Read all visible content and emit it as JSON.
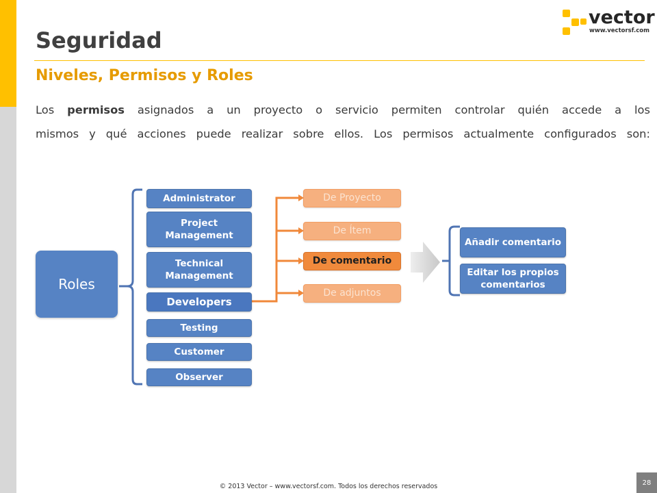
{
  "header": {
    "title": "Seguridad",
    "subtitle": "Niveles, Permisos y Roles"
  },
  "logo": {
    "name": "vector",
    "url": "www.vectorsf.com"
  },
  "intro": {
    "line1_pre": "Los ",
    "line1_bold": "permisos",
    "line1_post": " asignados a un proyecto o servicio permiten controlar quién accede a los",
    "line2": "mismos y qué acciones puede realizar sobre ellos. Los permisos actualmente configurados son:"
  },
  "diagram": {
    "root": "Roles",
    "roles": [
      "Administrator",
      "Project Management",
      "Technical Management",
      "Developers",
      "Testing",
      "Customer",
      "Observer"
    ],
    "selected_role": "Developers",
    "permissions": [
      "De Proyecto",
      "De Ítem",
      "De comentario",
      "De adjuntos"
    ],
    "selected_permission": "De comentario",
    "actions": [
      "Añadir comentario",
      "Editar los propios comentarios"
    ]
  },
  "colors": {
    "accent": "#ffc000",
    "subtitle": "#e69b00",
    "role_blue": "#5683c4",
    "permission_orange": "#f6b07f",
    "permission_selected": "#f08a3c",
    "connector_orange": "#f0883a",
    "bracket_blue": "#4f74b3"
  },
  "footer": {
    "copyright": "© 2013 Vector – www.vectorsf.com. Todos los derechos reservados",
    "page_number": "28"
  }
}
